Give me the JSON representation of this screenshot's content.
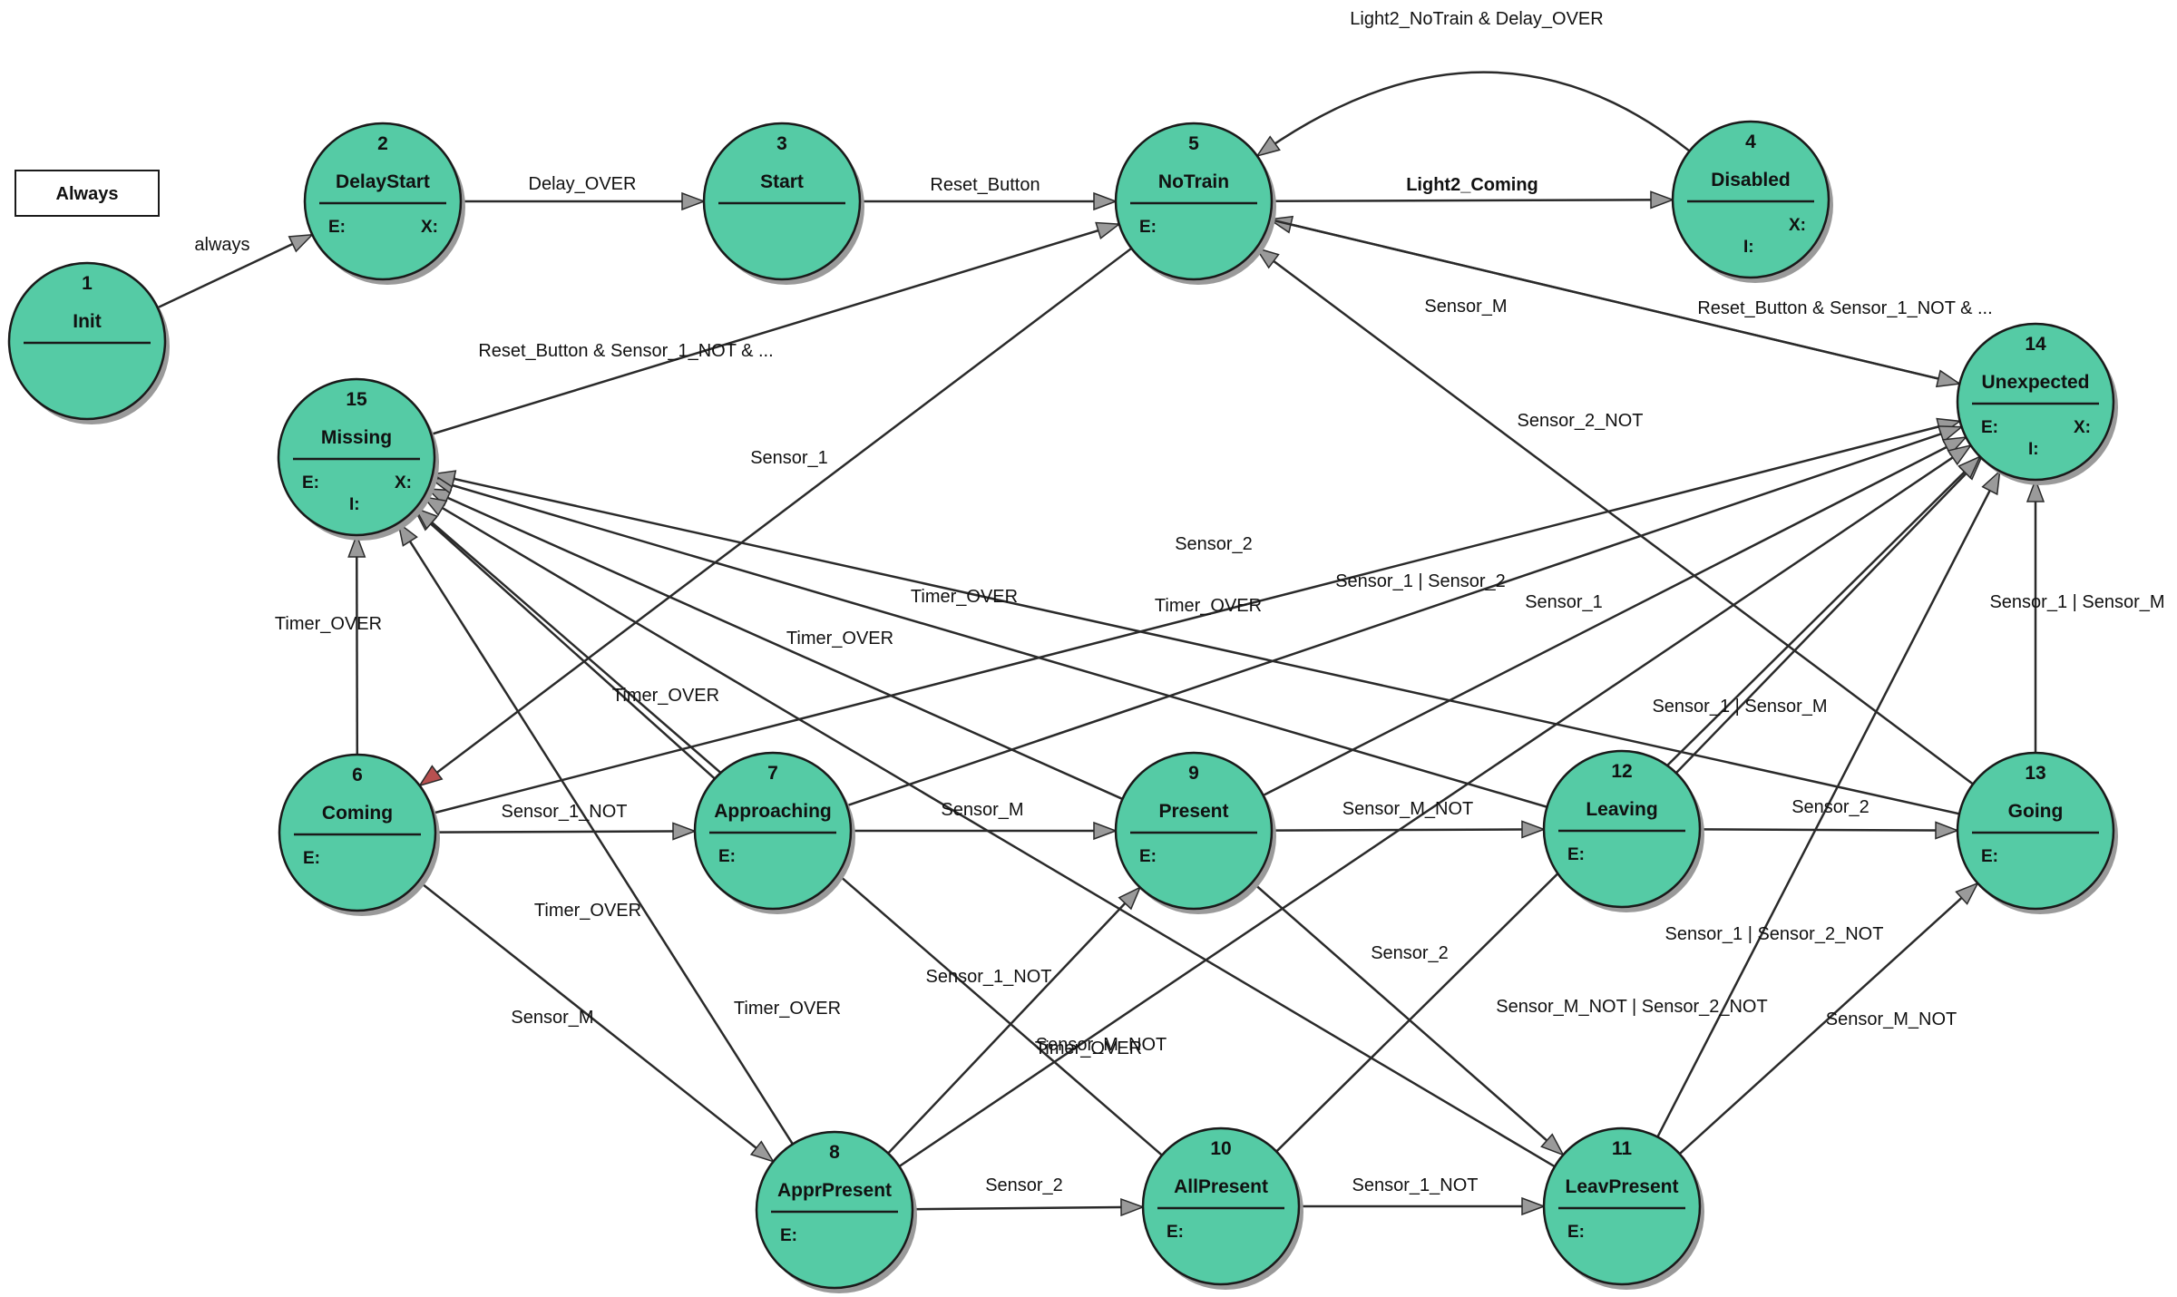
{
  "always_box": {
    "label": "Always"
  },
  "states": [
    {
      "id": "s1",
      "num": "1",
      "name": "Init",
      "entry": "",
      "exit": "",
      "internal": ""
    },
    {
      "id": "s2",
      "num": "2",
      "name": "DelayStart",
      "entry": "E:",
      "exit": "X:",
      "internal": ""
    },
    {
      "id": "s3",
      "num": "3",
      "name": "Start",
      "entry": "",
      "exit": "",
      "internal": ""
    },
    {
      "id": "s4",
      "num": "4",
      "name": "Disabled",
      "entry": "",
      "exit": "X:",
      "internal": "I:"
    },
    {
      "id": "s5",
      "num": "5",
      "name": "NoTrain",
      "entry": "E:",
      "exit": "",
      "internal": ""
    },
    {
      "id": "s6",
      "num": "6",
      "name": "Coming",
      "entry": "E:",
      "exit": "",
      "internal": ""
    },
    {
      "id": "s7",
      "num": "7",
      "name": "Approaching",
      "entry": "E:",
      "exit": "",
      "internal": ""
    },
    {
      "id": "s8",
      "num": "8",
      "name": "ApprPresent",
      "entry": "E:",
      "exit": "",
      "internal": ""
    },
    {
      "id": "s9",
      "num": "9",
      "name": "Present",
      "entry": "E:",
      "exit": "",
      "internal": ""
    },
    {
      "id": "s10",
      "num": "10",
      "name": "AllPresent",
      "entry": "E:",
      "exit": "",
      "internal": ""
    },
    {
      "id": "s11",
      "num": "11",
      "name": "LeavPresent",
      "entry": "E:",
      "exit": "",
      "internal": ""
    },
    {
      "id": "s12",
      "num": "12",
      "name": "Leaving",
      "entry": "E:",
      "exit": "",
      "internal": ""
    },
    {
      "id": "s13",
      "num": "13",
      "name": "Going",
      "entry": "E:",
      "exit": "",
      "internal": ""
    },
    {
      "id": "s14",
      "num": "14",
      "name": "Unexpected",
      "entry": "E:",
      "exit": "X:",
      "internal": "I:"
    },
    {
      "id": "s15",
      "num": "15",
      "name": "Missing",
      "entry": "E:",
      "exit": "X:",
      "internal": "I:"
    }
  ],
  "transitions": [
    {
      "from": "s1",
      "to": "s2",
      "label": "always"
    },
    {
      "from": "s2",
      "to": "s3",
      "label": "Delay_OVER"
    },
    {
      "from": "s3",
      "to": "s5",
      "label": "Reset_Button"
    },
    {
      "from": "s5",
      "to": "s4",
      "label": "Light2_Coming"
    },
    {
      "from": "s4",
      "to": "s5",
      "label": "Light2_NoTrain & Delay_OVER"
    },
    {
      "from": "s14",
      "to": "s5",
      "label": "Reset_Button & Sensor_1_NOT & ..."
    },
    {
      "from": "s15",
      "to": "s5",
      "label": "Reset_Button & Sensor_1_NOT & ..."
    },
    {
      "from": "s5",
      "to": "s14",
      "label": "Sensor_M"
    },
    {
      "from": "s13",
      "to": "s5",
      "label": "Sensor_2_NOT"
    },
    {
      "from": "s5",
      "to": "s6",
      "label": "Sensor_1"
    },
    {
      "from": "s6",
      "to": "s15",
      "label": "Timer_OVER"
    },
    {
      "from": "s7",
      "to": "s15",
      "label": "Timer_OVER"
    },
    {
      "from": "s9",
      "to": "s15",
      "label": "Timer_OVER"
    },
    {
      "from": "s12",
      "to": "s15",
      "label": "Timer_OVER"
    },
    {
      "from": "s13",
      "to": "s15",
      "label": "Timer_OVER"
    },
    {
      "from": "s8",
      "to": "s15",
      "label": "Timer_OVER"
    },
    {
      "from": "s10",
      "to": "s15",
      "label": "Timer_OVER"
    },
    {
      "from": "s11",
      "to": "s15",
      "label": "Timer_OVER"
    },
    {
      "from": "s6",
      "to": "s14",
      "label": "Sensor_2"
    },
    {
      "from": "s7",
      "to": "s14",
      "label": "Sensor_1 | Sensor_2"
    },
    {
      "from": "s9",
      "to": "s14",
      "label": "Sensor_1"
    },
    {
      "from": "s12",
      "to": "s14",
      "label": "Sensor_1 | Sensor_M"
    },
    {
      "from": "s13",
      "to": "s14",
      "label": "Sensor_1 | Sensor_M"
    },
    {
      "from": "s8",
      "to": "s14",
      "label": "Sensor_M_NOT"
    },
    {
      "from": "s10",
      "to": "s14",
      "label": "Sensor_M_NOT | Sensor_2_NOT"
    },
    {
      "from": "s11",
      "to": "s14",
      "label": "Sensor_1 | Sensor_2_NOT"
    },
    {
      "from": "s6",
      "to": "s7",
      "label": "Sensor_1_NOT"
    },
    {
      "from": "s7",
      "to": "s9",
      "label": "Sensor_M"
    },
    {
      "from": "s9",
      "to": "s12",
      "label": "Sensor_M_NOT"
    },
    {
      "from": "s12",
      "to": "s13",
      "label": "Sensor_2"
    },
    {
      "from": "s6",
      "to": "s8",
      "label": "Sensor_M"
    },
    {
      "from": "s8",
      "to": "s9",
      "label": "Sensor_1_NOT"
    },
    {
      "from": "s8",
      "to": "s10",
      "label": "Sensor_2"
    },
    {
      "from": "s10",
      "to": "s11",
      "label": "Sensor_1_NOT"
    },
    {
      "from": "s9",
      "to": "s11",
      "label": "Sensor_2"
    },
    {
      "from": "s11",
      "to": "s13",
      "label": "Sensor_M_NOT"
    }
  ]
}
